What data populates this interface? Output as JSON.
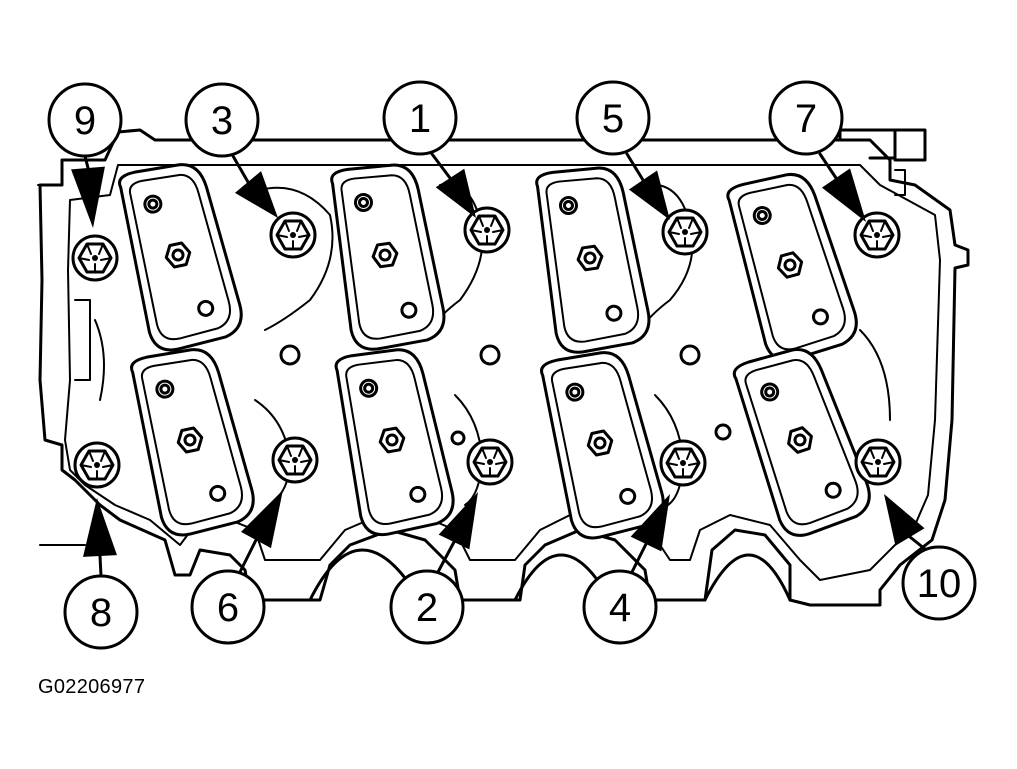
{
  "figure_id": "G02206977",
  "callouts": [
    {
      "label": "9"
    },
    {
      "label": "3"
    },
    {
      "label": "1"
    },
    {
      "label": "5"
    },
    {
      "label": "7"
    },
    {
      "label": "8"
    },
    {
      "label": "6"
    },
    {
      "label": "2"
    },
    {
      "label": "4"
    },
    {
      "label": "10"
    }
  ]
}
